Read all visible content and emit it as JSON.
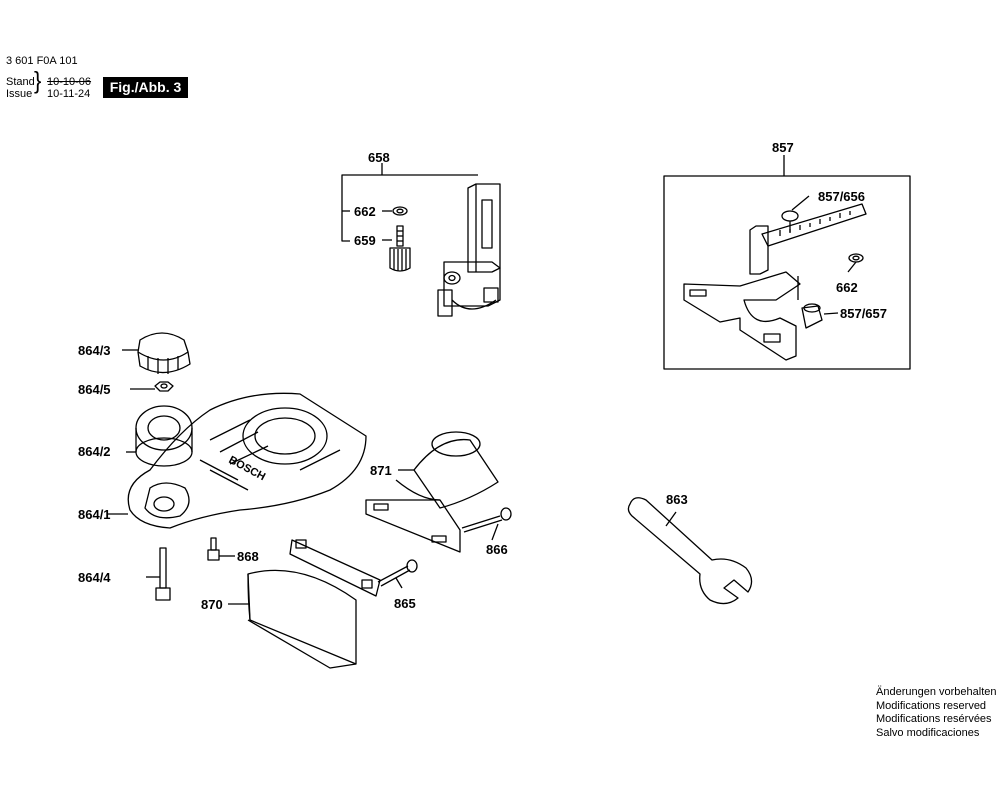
{
  "header": {
    "doc_number": "3 601 F0A 101",
    "stand_label": "Stand",
    "issue_label": "Issue",
    "stand_date": "10-10-06",
    "issue_date": "10-11-24",
    "figure_label": "Fig./Abb. 3"
  },
  "callouts": {
    "p658": "658",
    "p662a": "662",
    "p659": "659",
    "p857": "857",
    "p857_656": "857/656",
    "p662b": "662",
    "p857_657": "857/657",
    "p864_3": "864/3",
    "p864_5": "864/5",
    "p864_2": "864/2",
    "p864_1": "864/1",
    "p864_4": "864/4",
    "p868": "868",
    "p870": "870",
    "p871": "871",
    "p866": "866",
    "p865": "865",
    "p863": "863"
  },
  "base_plate_logo": "BOSCH",
  "footer_notes": [
    "Änderungen vorbehalten",
    "Modifications reserved",
    "Modifications resérvées",
    "Salvo modificaciones"
  ]
}
